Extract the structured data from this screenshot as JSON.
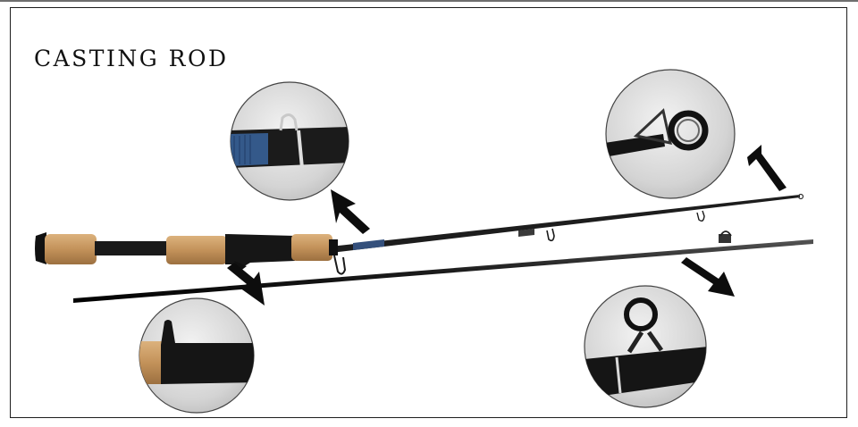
{
  "title": "CASTING ROD",
  "colors": {
    "frame": "#1e1e1e",
    "cork": "#c89a66",
    "blank": "#2a2a2a",
    "thread_blue": "#3d6fb0",
    "detail_bg": "#d9d9d9"
  },
  "details": [
    {
      "name": "hook-keeper",
      "icon": "hook-keeper-closeup"
    },
    {
      "name": "reel-seat-trigger",
      "icon": "trigger-grip-closeup"
    },
    {
      "name": "tip-top-guide",
      "icon": "tip-guide-closeup"
    },
    {
      "name": "line-guide",
      "icon": "line-guide-closeup"
    }
  ]
}
